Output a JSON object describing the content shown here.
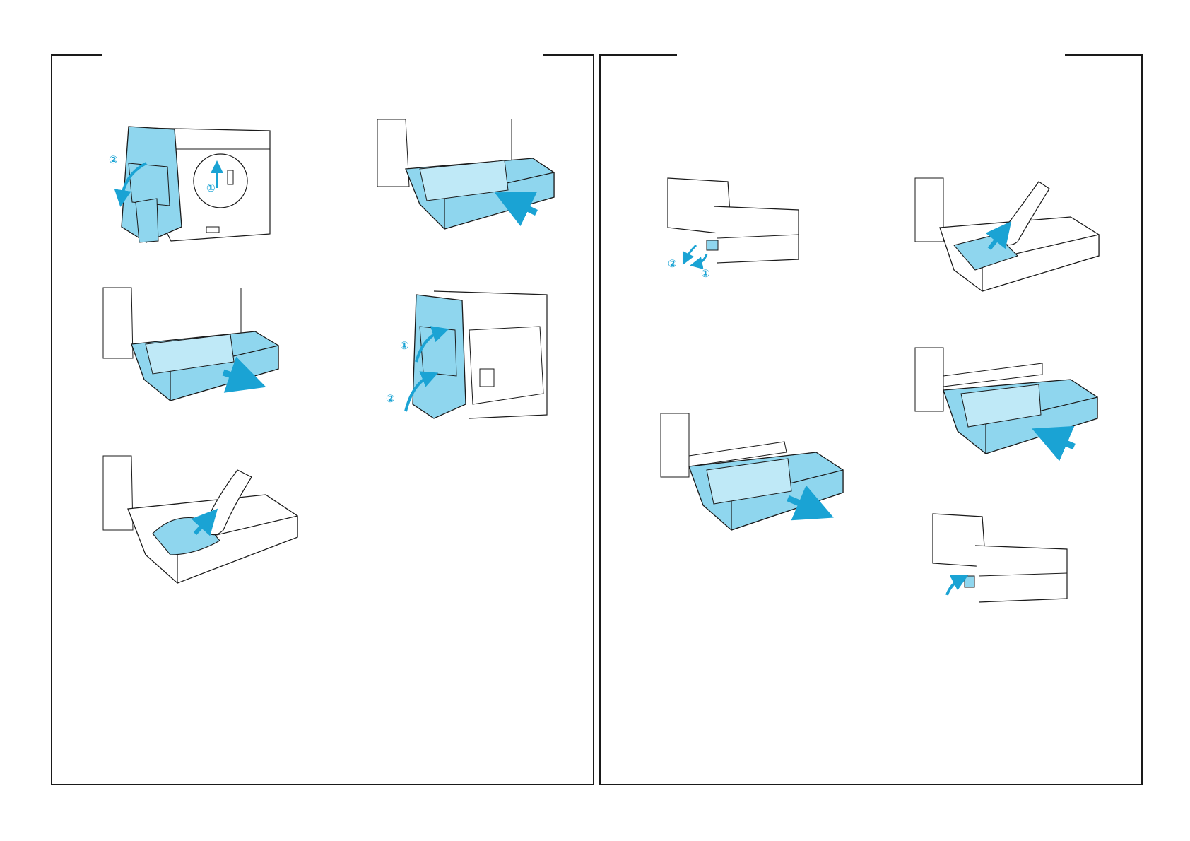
{
  "colors": {
    "accent": "#1aa3d4",
    "part_fill": "#8fd6ee",
    "line": "#1a1a1a",
    "border": "#1a1a1a"
  },
  "icons": {
    "arrow": "arrow-icon",
    "hand": "hand-icon"
  },
  "pages": [
    {
      "name": "left",
      "figures": [
        {
          "id": "open-cover",
          "markers": [
            "②",
            "①"
          ]
        },
        {
          "id": "insert-tray",
          "markers": []
        },
        {
          "id": "pull-tray",
          "markers": []
        },
        {
          "id": "close-cover",
          "markers": [
            "①",
            "②"
          ]
        },
        {
          "id": "remove-paper",
          "markers": []
        }
      ]
    },
    {
      "name": "right",
      "figures": [
        {
          "id": "lower-cover",
          "markers": [
            "②",
            "①"
          ]
        },
        {
          "id": "remove-paper-lower",
          "markers": []
        },
        {
          "id": "pull-lower-tray",
          "markers": []
        },
        {
          "id": "insert-lower-tray",
          "markers": []
        },
        {
          "id": "close-lower-cover",
          "markers": []
        }
      ]
    }
  ]
}
